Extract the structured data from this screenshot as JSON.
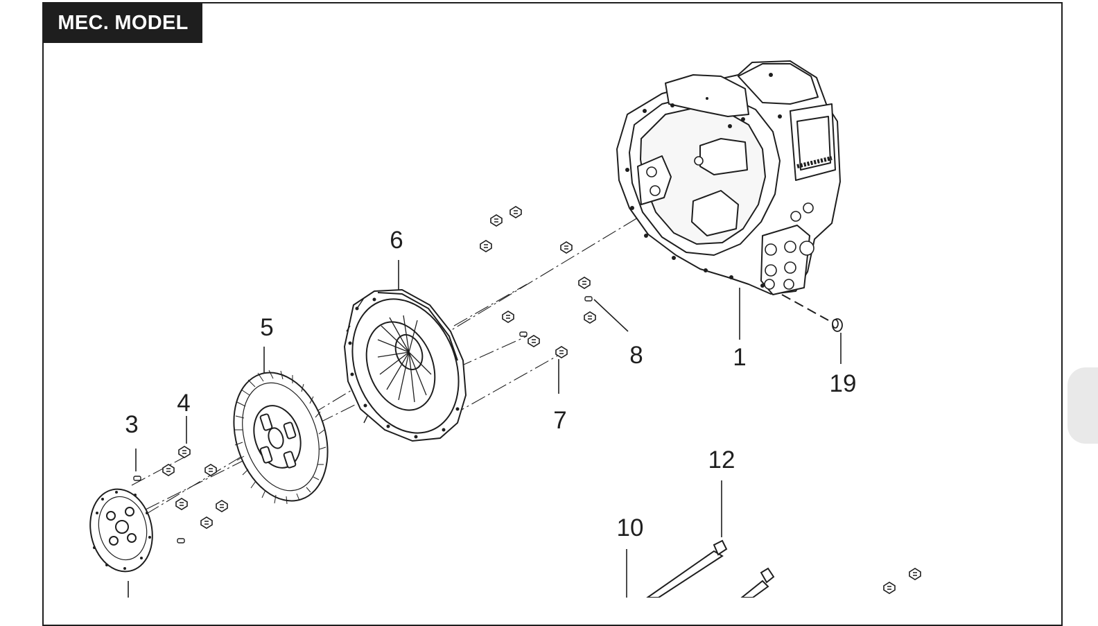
{
  "header": {
    "title": "MEC. MODEL"
  },
  "colors": {
    "ink": "#1e1e1e",
    "paper": "#ffffff",
    "tab": "#e9e9e9"
  },
  "callouts": [
    {
      "id": "c1",
      "label": "1"
    },
    {
      "id": "c3",
      "label": "3"
    },
    {
      "id": "c4",
      "label": "4"
    },
    {
      "id": "c5",
      "label": "5"
    },
    {
      "id": "c6",
      "label": "6"
    },
    {
      "id": "c7",
      "label": "7"
    },
    {
      "id": "c8",
      "label": "8"
    },
    {
      "id": "c10",
      "label": "10"
    },
    {
      "id": "c12",
      "label": "12"
    },
    {
      "id": "c19",
      "label": "19"
    }
  ]
}
